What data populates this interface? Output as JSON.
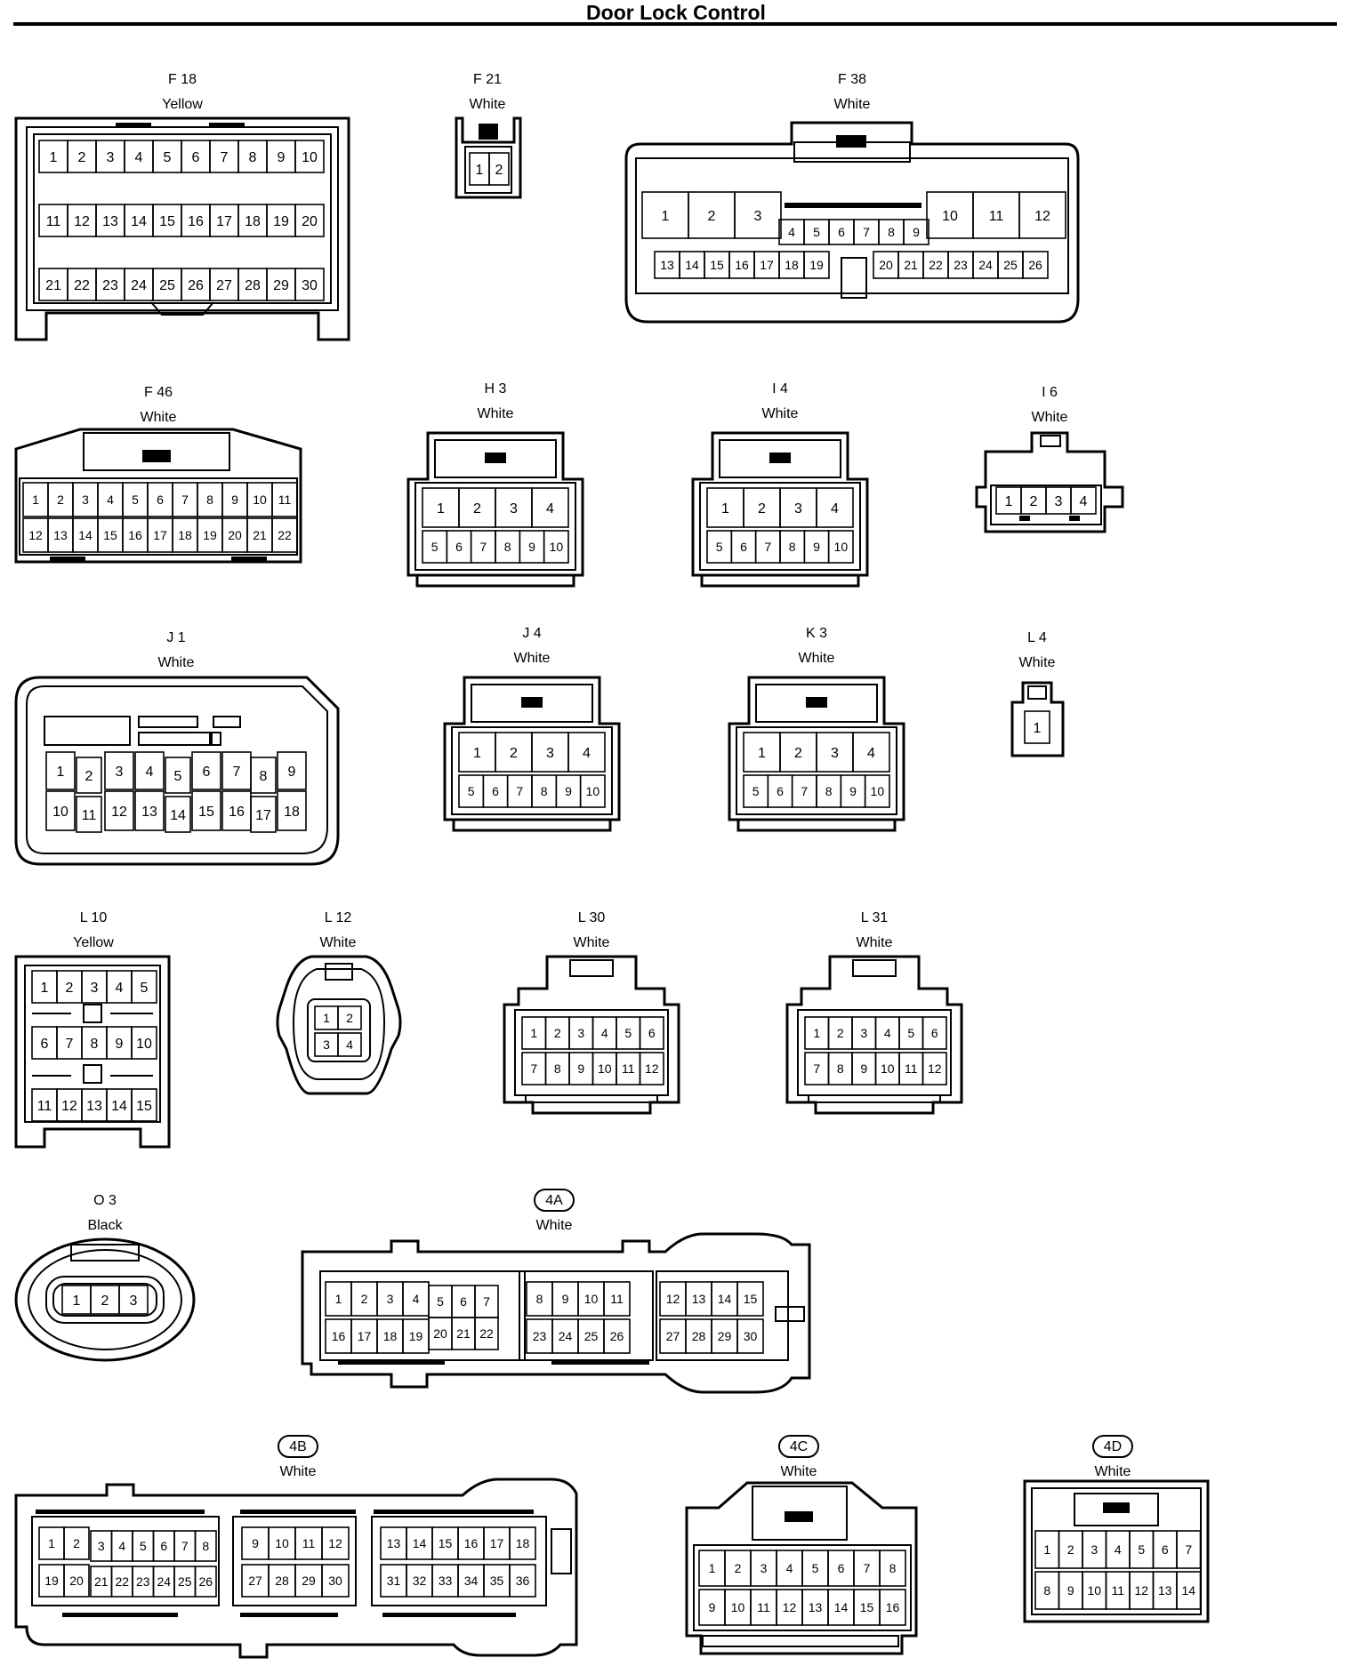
{
  "page": {
    "title": "Door Lock Control"
  },
  "connectors": {
    "F18": {
      "code": "F 18",
      "color": "Yellow",
      "pins": [
        "1",
        "2",
        "3",
        "4",
        "5",
        "6",
        "7",
        "8",
        "9",
        "10",
        "11",
        "12",
        "13",
        "14",
        "15",
        "16",
        "17",
        "18",
        "19",
        "20",
        "21",
        "22",
        "23",
        "24",
        "25",
        "26",
        "27",
        "28",
        "29",
        "30"
      ]
    },
    "F21": {
      "code": "F 21",
      "color": "White",
      "pins": [
        "1",
        "2"
      ]
    },
    "F38": {
      "code": "F 38",
      "color": "White",
      "pins": [
        "1",
        "2",
        "3",
        "4",
        "5",
        "6",
        "7",
        "8",
        "9",
        "10",
        "11",
        "12",
        "13",
        "14",
        "15",
        "16",
        "17",
        "18",
        "19",
        "20",
        "21",
        "22",
        "23",
        "24",
        "25",
        "26"
      ]
    },
    "F46": {
      "code": "F 46",
      "color": "White",
      "pins": [
        "1",
        "2",
        "3",
        "4",
        "5",
        "6",
        "7",
        "8",
        "9",
        "10",
        "11",
        "12",
        "13",
        "14",
        "15",
        "16",
        "17",
        "18",
        "19",
        "20",
        "21",
        "22"
      ]
    },
    "H3": {
      "code": "H 3",
      "color": "White",
      "pins": [
        "1",
        "2",
        "3",
        "4",
        "5",
        "6",
        "7",
        "8",
        "9",
        "10"
      ]
    },
    "I4": {
      "code": "I 4",
      "color": "White",
      "pins": [
        "1",
        "2",
        "3",
        "4",
        "5",
        "6",
        "7",
        "8",
        "9",
        "10"
      ]
    },
    "I6": {
      "code": "I 6",
      "color": "White",
      "pins": [
        "1",
        "2",
        "3",
        "4"
      ]
    },
    "J1": {
      "code": "J 1",
      "color": "White",
      "pins": [
        "1",
        "2",
        "3",
        "4",
        "5",
        "6",
        "7",
        "8",
        "9",
        "10",
        "11",
        "12",
        "13",
        "14",
        "15",
        "16",
        "17",
        "18"
      ]
    },
    "J4": {
      "code": "J 4",
      "color": "White",
      "pins": [
        "1",
        "2",
        "3",
        "4",
        "5",
        "6",
        "7",
        "8",
        "9",
        "10"
      ]
    },
    "K3": {
      "code": "K 3",
      "color": "White",
      "pins": [
        "1",
        "2",
        "3",
        "4",
        "5",
        "6",
        "7",
        "8",
        "9",
        "10"
      ]
    },
    "L4": {
      "code": "L 4",
      "color": "White",
      "pins": [
        "1"
      ]
    },
    "L10": {
      "code": "L 10",
      "color": "Yellow",
      "pins": [
        "1",
        "2",
        "3",
        "4",
        "5",
        "6",
        "7",
        "8",
        "9",
        "10",
        "11",
        "12",
        "13",
        "14",
        "15"
      ]
    },
    "L12": {
      "code": "L 12",
      "color": "White",
      "pins": [
        "1",
        "2",
        "3",
        "4"
      ]
    },
    "L30": {
      "code": "L 30",
      "color": "White",
      "pins": [
        "1",
        "2",
        "3",
        "4",
        "5",
        "6",
        "7",
        "8",
        "9",
        "10",
        "11",
        "12"
      ]
    },
    "L31": {
      "code": "L 31",
      "color": "White",
      "pins": [
        "1",
        "2",
        "3",
        "4",
        "5",
        "6",
        "7",
        "8",
        "9",
        "10",
        "11",
        "12"
      ]
    },
    "O3": {
      "code": "O 3",
      "color": "Black",
      "pins": [
        "1",
        "2",
        "3"
      ]
    },
    "4A": {
      "code": "4A",
      "color": "White",
      "pins": [
        "1",
        "2",
        "3",
        "4",
        "5",
        "6",
        "7",
        "8",
        "9",
        "10",
        "11",
        "12",
        "13",
        "14",
        "15",
        "16",
        "17",
        "18",
        "19",
        "20",
        "21",
        "22",
        "23",
        "24",
        "25",
        "26",
        "27",
        "28",
        "29",
        "30"
      ]
    },
    "4B": {
      "code": "4B",
      "color": "White",
      "pins": [
        "1",
        "2",
        "3",
        "4",
        "5",
        "6",
        "7",
        "8",
        "9",
        "10",
        "11",
        "12",
        "13",
        "14",
        "15",
        "16",
        "17",
        "18",
        "19",
        "20",
        "21",
        "22",
        "23",
        "24",
        "25",
        "26",
        "27",
        "28",
        "29",
        "30",
        "31",
        "32",
        "33",
        "34",
        "35",
        "36"
      ]
    },
    "4C": {
      "code": "4C",
      "color": "White",
      "pins": [
        "1",
        "2",
        "3",
        "4",
        "5",
        "6",
        "7",
        "8",
        "9",
        "10",
        "11",
        "12",
        "13",
        "14",
        "15",
        "16"
      ]
    },
    "4D": {
      "code": "4D",
      "color": "White",
      "pins": [
        "1",
        "2",
        "3",
        "4",
        "5",
        "6",
        "7",
        "8",
        "9",
        "10",
        "11",
        "12",
        "13",
        "14"
      ]
    }
  }
}
